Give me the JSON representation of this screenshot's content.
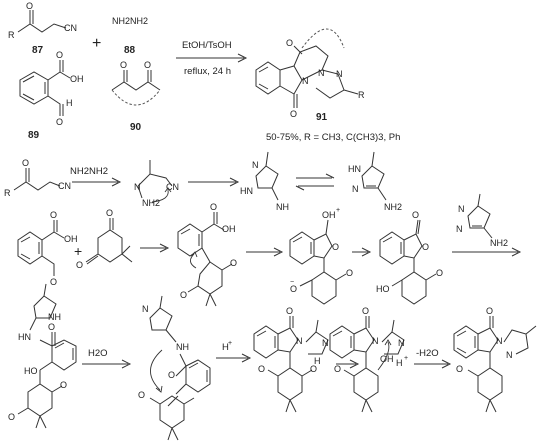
{
  "labels": {
    "cpd87": "87",
    "cpd88": "88",
    "cpd89": "89",
    "cpd90": "90",
    "cpd91": "91"
  },
  "reagents": {
    "hydrazine": "NH2NH2",
    "hydrazine_step": "NH2NH2",
    "plus1": "+",
    "plus2": "+"
  },
  "conditions": {
    "line1": "EtOH/TsOH",
    "line2": "reflux, 24 h"
  },
  "yield_note": "50-75%, R = CH3, C(CH3)3, Ph",
  "atoms": {
    "R": "R",
    "O": "O",
    "CN": "CN",
    "OH": "OH",
    "H": "H",
    "N": "N",
    "NH": "NH",
    "NH2": "NH2",
    "HN": "HN",
    "NH_imine": "NH",
    "OH_plus": "OH",
    "plus_sign": "+",
    "O_minus": "O",
    "minus_sign": "−",
    "HO": "HO",
    "H_plus": "H",
    "water": "H2O",
    "minus_water": "-H2O",
    "N_plus": "N",
    "dot_plus": "+"
  }
}
